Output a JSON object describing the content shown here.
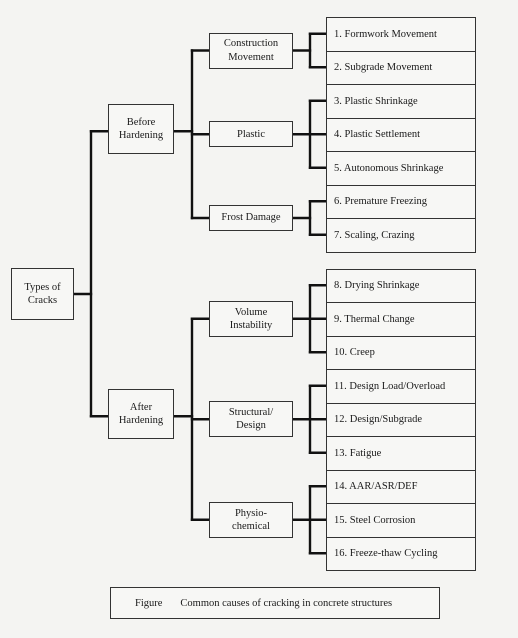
{
  "root": "Types of\nCracks",
  "groups": [
    {
      "label": "Before\nHardening",
      "children": [
        {
          "label": "Construction\nMovement",
          "leaves": [
            "1. Formwork Movement",
            "2. Subgrade Movement"
          ]
        },
        {
          "label": "Plastic",
          "leaves": [
            "3. Plastic Shrinkage",
            "4. Plastic Settlement",
            "5. Autonomous Shrinkage"
          ]
        },
        {
          "label": "Frost Damage",
          "leaves": [
            "6. Premature Freezing",
            "7. Scaling, Crazing"
          ]
        }
      ]
    },
    {
      "label": "After\nHardening",
      "children": [
        {
          "label": "Volume\nInstability",
          "leaves": [
            "8. Drying Shrinkage",
            "9. Thermal Change",
            "10. Creep"
          ]
        },
        {
          "label": "Structural/\nDesign",
          "leaves": [
            "11. Design Load/Overload",
            "12. Design/Subgrade",
            "13. Fatigue"
          ]
        },
        {
          "label": "Physio-\nchemical",
          "leaves": [
            "14. AAR/ASR/DEF",
            "15. Steel Corrosion",
            "16. Freeze-thaw Cycling"
          ]
        }
      ]
    }
  ],
  "caption": {
    "label": "Figure",
    "text": "Common causes of cracking in concrete structures"
  }
}
